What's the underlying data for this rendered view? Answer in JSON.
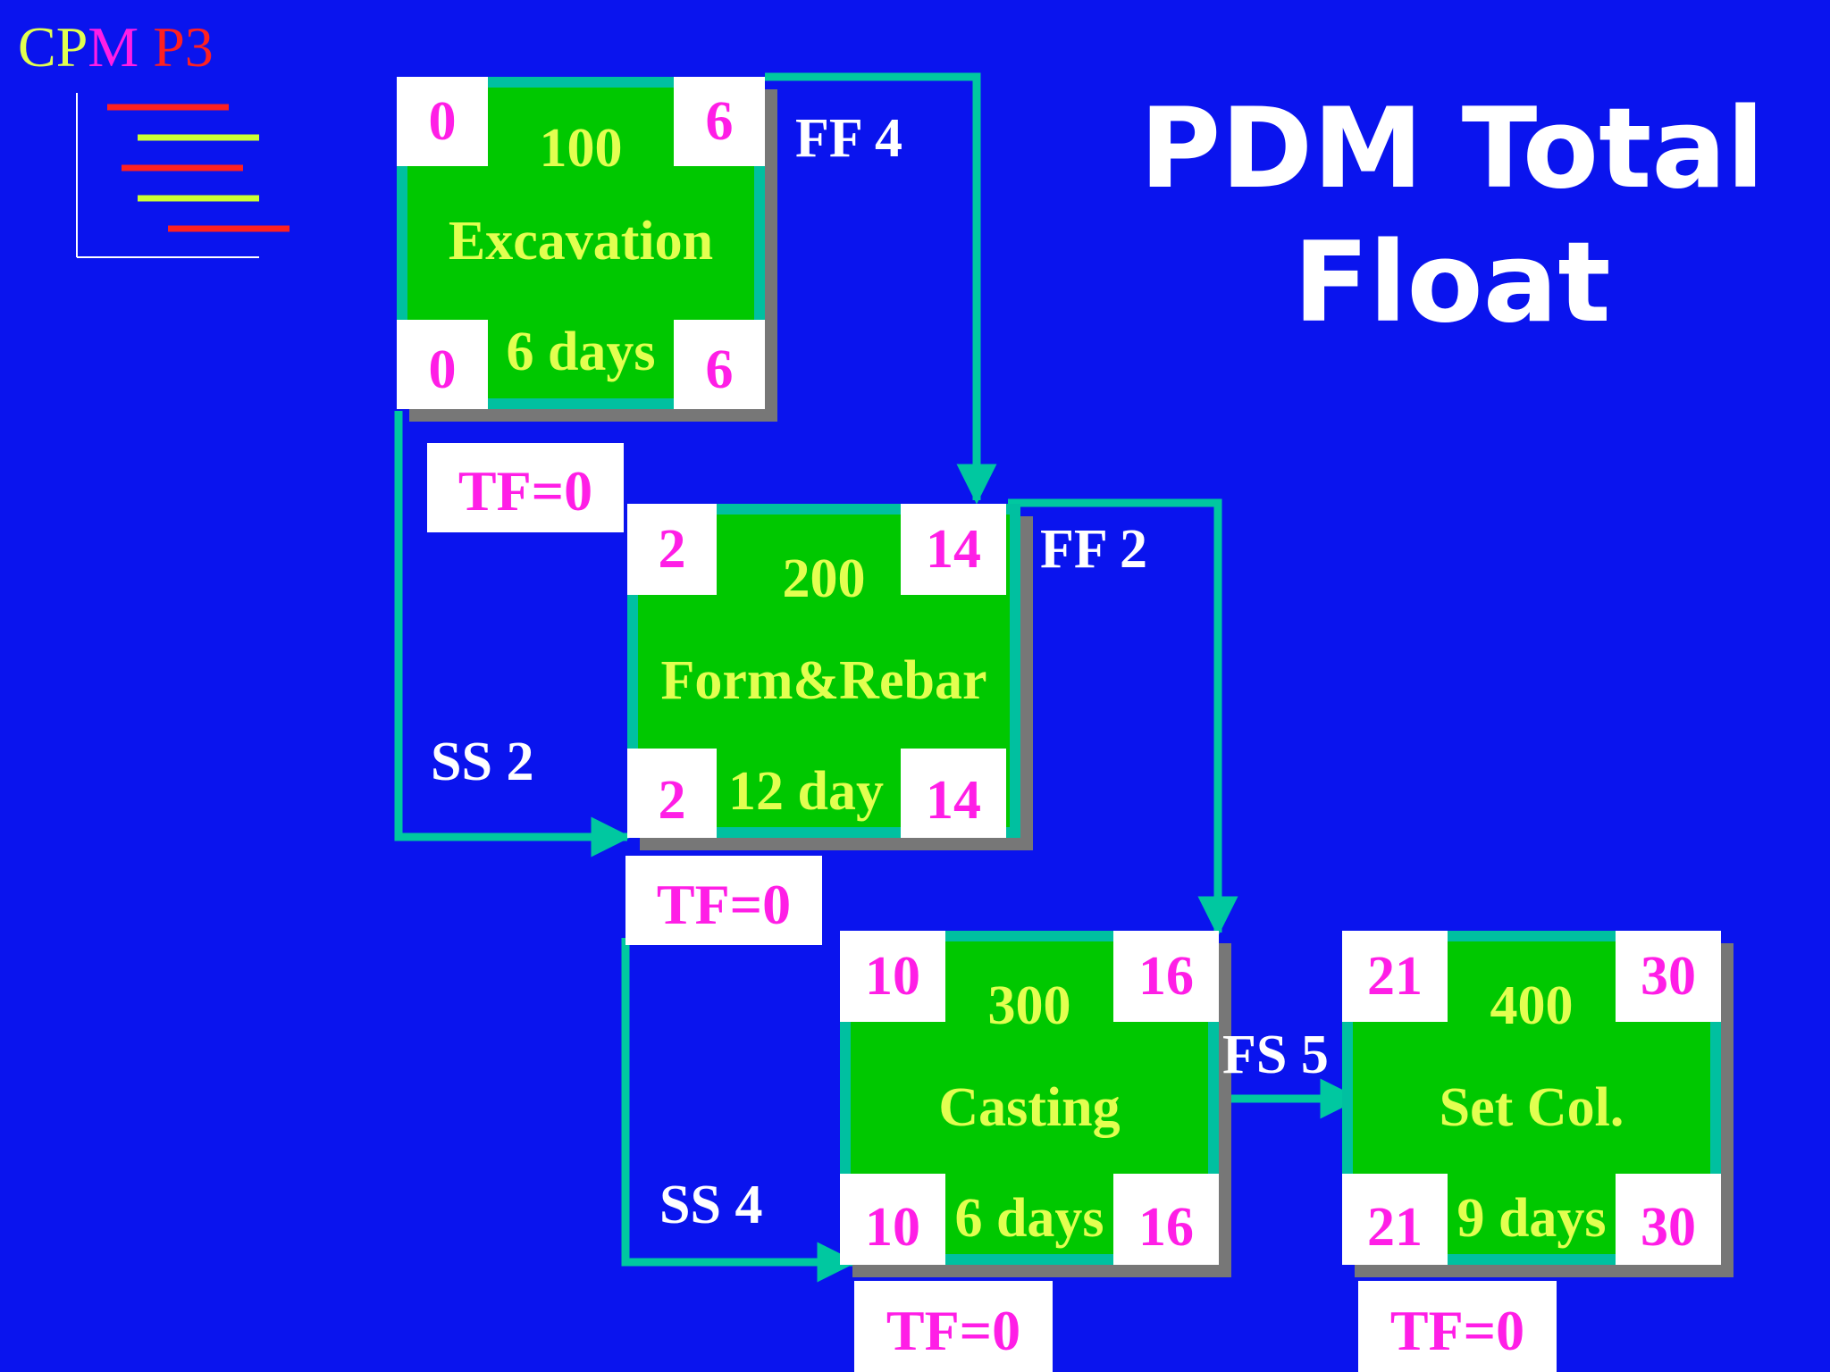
{
  "logo": {
    "c": "C",
    "p": "P",
    "m": "M",
    "p3": "P3"
  },
  "title": {
    "line1": "PDM Total",
    "line2": "Float"
  },
  "activities": [
    {
      "id": "100",
      "name": "Excavation",
      "duration": "6 days",
      "es": "0",
      "ef": "6",
      "ls": "0",
      "lf": "6",
      "tf": "TF=0"
    },
    {
      "id": "200",
      "name": "Form&Rebar",
      "duration": "12 day",
      "es": "2",
      "ef": "14",
      "ls": "2",
      "lf": "14",
      "tf": "TF=0"
    },
    {
      "id": "300",
      "name": "Casting",
      "duration": "6 days",
      "es": "10",
      "ef": "16",
      "ls": "10",
      "lf": "16",
      "tf": "TF=0"
    },
    {
      "id": "400",
      "name": "Set Col.",
      "duration": "9 days",
      "es": "21",
      "ef": "30",
      "ls": "21",
      "lf": "30",
      "tf": "TF=0"
    }
  ],
  "relationships": [
    {
      "label": "FF 4"
    },
    {
      "label": "SS 2"
    },
    {
      "label": "FF 2"
    },
    {
      "label": "SS 4"
    },
    {
      "label": "FS 5"
    }
  ],
  "colors": {
    "background": "#0a14ee",
    "node_fill": "#00c800",
    "node_border": "#00c0a0",
    "arrow": "#00c8a0",
    "corner_text": "#ff1ee6",
    "node_text": "#e2ff50",
    "label_text": "#ffffff"
  }
}
